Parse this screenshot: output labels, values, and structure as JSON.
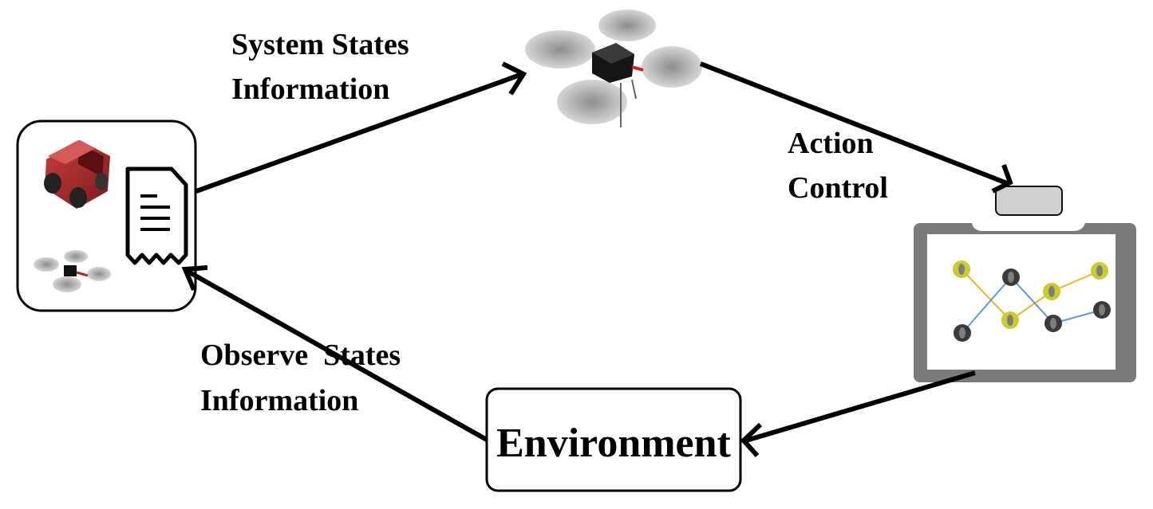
{
  "labels": {
    "system_states_line1": "System States",
    "system_states_line2": "Information",
    "action_line1": "Action",
    "action_line2": "Control",
    "observe_line1": "Observe  States",
    "observe_line2": "Information",
    "environment": "Environment"
  },
  "colors": {
    "edge_yellow": "#f2b31c",
    "edge_blue": "#5a9bd5",
    "node_yellow": "#c9cc2a",
    "node_dark": "#3a3a3a",
    "board_frame": "#7a7a7a",
    "vehicle_red": "#a8282a"
  },
  "icons": {
    "agent_box": [
      "ground-vehicle-icon",
      "document-icon",
      "small-drone-icon"
    ],
    "top": "quadcopter-drone-icon",
    "right": "clipboard-graph-icon"
  },
  "graph": {
    "nodes": [
      {
        "id": "n1",
        "kind": "yellow"
      },
      {
        "id": "n2",
        "kind": "dark"
      },
      {
        "id": "n3",
        "kind": "yellow"
      },
      {
        "id": "n4",
        "kind": "yellow"
      },
      {
        "id": "n5",
        "kind": "dark"
      },
      {
        "id": "n6",
        "kind": "yellow"
      },
      {
        "id": "n7",
        "kind": "dark"
      },
      {
        "id": "n8",
        "kind": "dark"
      }
    ],
    "edges": [
      {
        "from": "n1",
        "to": "n6",
        "color": "yellow"
      },
      {
        "from": "n6",
        "to": "n3",
        "color": "yellow"
      },
      {
        "from": "n3",
        "to": "n4",
        "color": "yellow"
      },
      {
        "from": "n5",
        "to": "n2",
        "color": "blue"
      },
      {
        "from": "n2",
        "to": "n7",
        "color": "blue"
      },
      {
        "from": "n7",
        "to": "n8",
        "color": "blue"
      }
    ]
  }
}
